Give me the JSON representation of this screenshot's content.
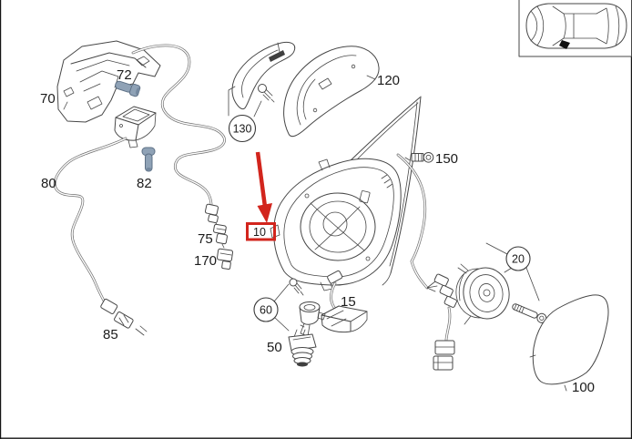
{
  "diagram": {
    "type": "exploded-parts-diagram",
    "subject": "car door mirror assembly",
    "part_labels": {
      "p10": "10",
      "p15": "15",
      "p20": "20",
      "p50": "50",
      "p60": "60",
      "p70": "70",
      "p72": "72",
      "p75": "75",
      "p80": "80",
      "p82": "82",
      "p85": "85",
      "p100": "100",
      "p120": "120",
      "p130": "130",
      "p150": "150",
      "p170": "170"
    },
    "circled_labels": [
      "20",
      "60",
      "130"
    ],
    "highlight": {
      "part": "10",
      "marker": "red-arrow-and-box"
    },
    "colors": {
      "line": "#474747",
      "cable": "#6d6d6d",
      "screw_fill": "#8fa2b6",
      "screw_stroke": "#5e7186",
      "highlight_red": "#d2251d",
      "background": "#ffffff",
      "label_text": "#1b1b1b"
    },
    "inset": {
      "name": "vehicle-top-view",
      "marker": "driver-side-mirror-position"
    }
  }
}
